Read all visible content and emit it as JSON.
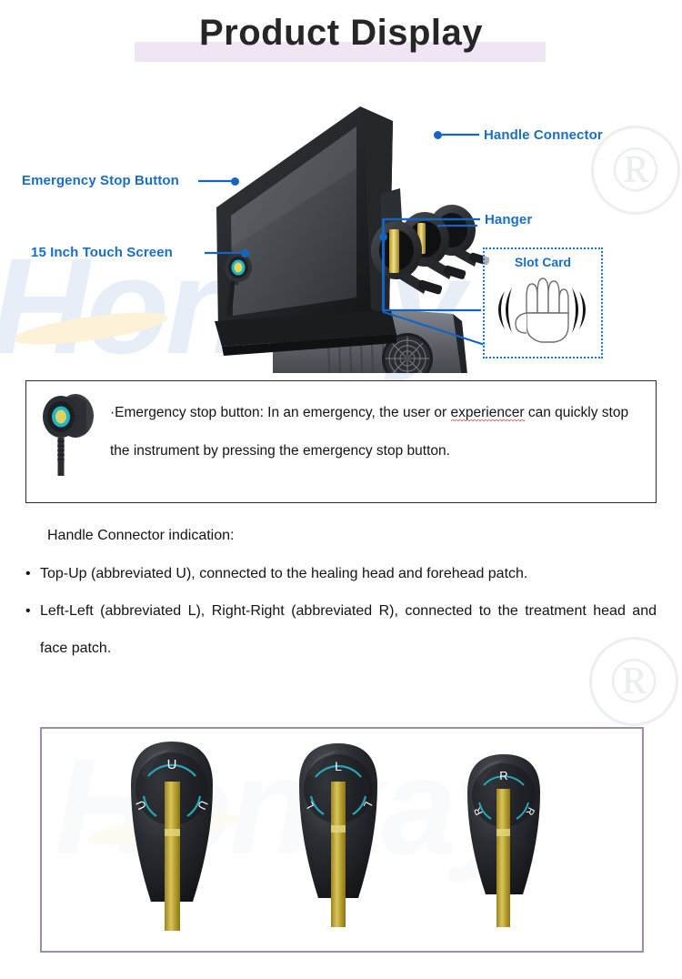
{
  "page": {
    "title": "Product  Display",
    "title_highlight_color": "#f0e6f3",
    "accent_blue": "#1a6fc4",
    "panel_border_color": "#a08caa"
  },
  "watermark": {
    "brand": "Honkay",
    "registered_mark": "®"
  },
  "diagram": {
    "callouts": [
      {
        "id": "emergency-stop-button",
        "label": "Emergency Stop Button"
      },
      {
        "id": "touch-screen",
        "label": "15 Inch Touch Screen"
      },
      {
        "id": "handle-connector",
        "label": "Handle Connector"
      },
      {
        "id": "hanger",
        "label": "Hanger"
      }
    ],
    "slot_card": {
      "label": "Slot Card",
      "icon": "hand-wave-icon",
      "border_color": "#1a76d2"
    }
  },
  "note": {
    "icon": "emergency-stop-button-icon",
    "bullet": "·",
    "text_part1": "Emergency stop button: In an emergency, the user or ",
    "misspelled_word": "experiencer",
    "text_part2": " can quickly stop the instrument by pressing the emergency stop button."
  },
  "indication": {
    "heading": "Handle Connector indication:",
    "bullet": "•",
    "items": [
      "Top-Up (abbreviated U), connected to the healing head and forehead patch.",
      "Left-Left (abbreviated L), Right-Right (abbreviated R), connected to the treatment head and face patch."
    ]
  },
  "handles": [
    {
      "id": "handle-u",
      "label": "U",
      "side_label": "U"
    },
    {
      "id": "handle-l",
      "label": "L",
      "side_label": "L"
    },
    {
      "id": "handle-r",
      "label": "R",
      "side_label": "R"
    }
  ]
}
